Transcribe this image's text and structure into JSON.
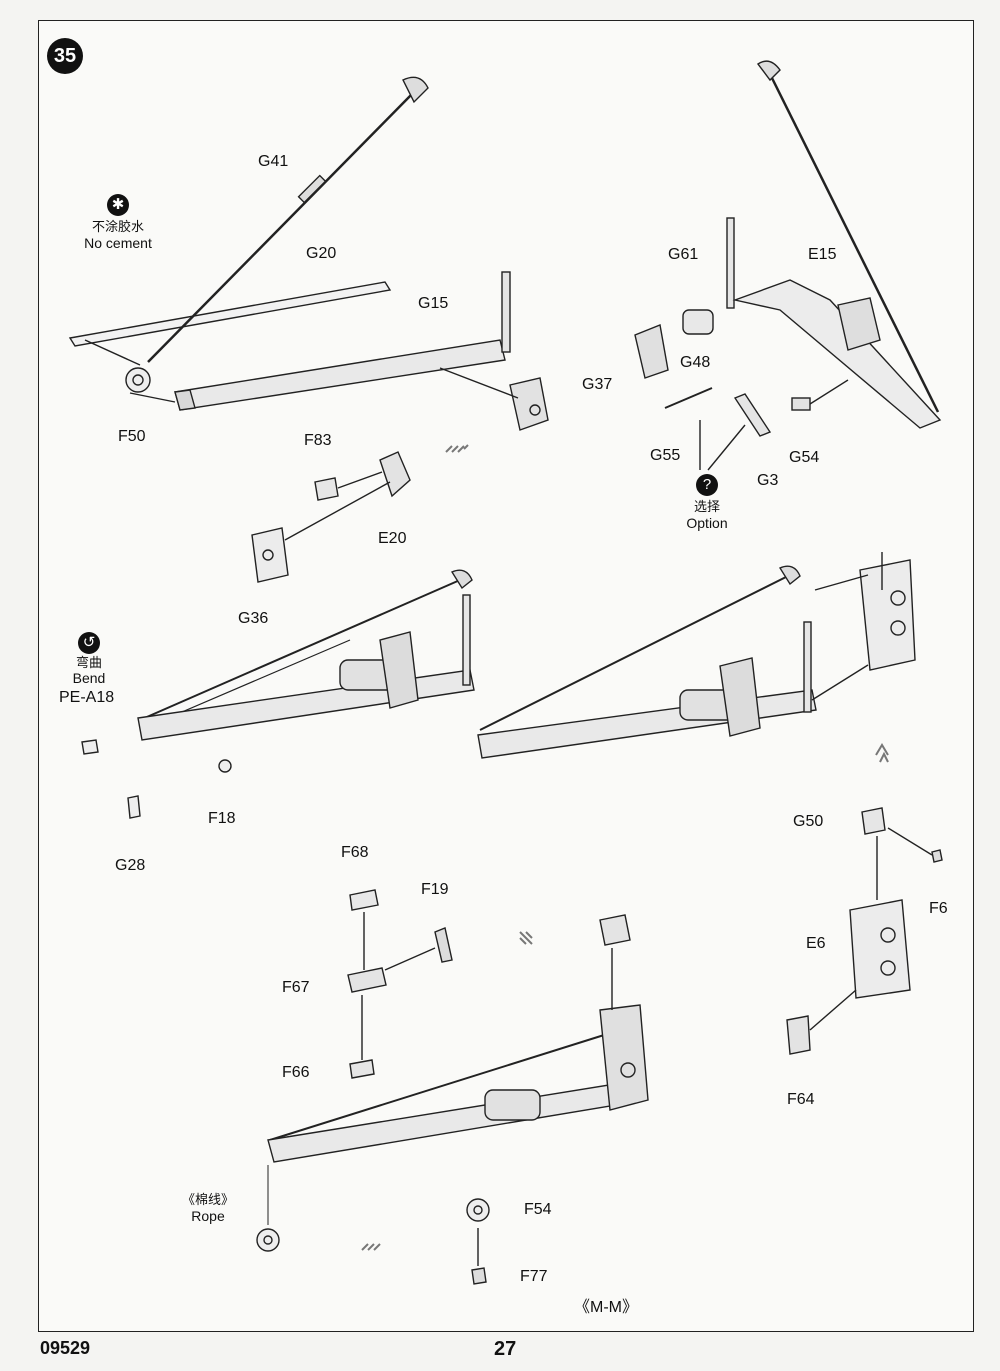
{
  "step": {
    "number": "35"
  },
  "notes": {
    "no_cement_zh": "不涂胶水",
    "no_cement_en": "No cement",
    "bend_zh": "弯曲",
    "bend_en": "Bend",
    "option_zh": "选择",
    "option_en": "Option",
    "rope_zh": "《棉线》",
    "rope_en": "Rope",
    "option_icon": "?"
  },
  "parts": {
    "G41": "G41",
    "G20": "G20",
    "G15": "G15",
    "F50": "F50",
    "F83": "F83",
    "E20": "E20",
    "G36": "G36",
    "G61": "G61",
    "E15": "E15",
    "G48": "G48",
    "G37": "G37",
    "G55": "G55",
    "G3": "G3",
    "G54": "G54",
    "PE_A18": "PE-A18",
    "F18": "F18",
    "G28": "G28",
    "G50": "G50",
    "F6": "F6",
    "E6": "E6",
    "F64": "F64",
    "F68": "F68",
    "F19": "F19",
    "F67": "F67",
    "F66": "F66",
    "F54": "F54",
    "F77": "F77"
  },
  "view_label": "《M-M》",
  "footer": {
    "kit_number": "09529",
    "page_number": "27"
  },
  "icons": {
    "step": "step-number-badge",
    "no_cement": "no-cement-icon",
    "bend": "bend-icon",
    "option": "option-icon",
    "next_arrow": "hatched-arrow-icon"
  }
}
